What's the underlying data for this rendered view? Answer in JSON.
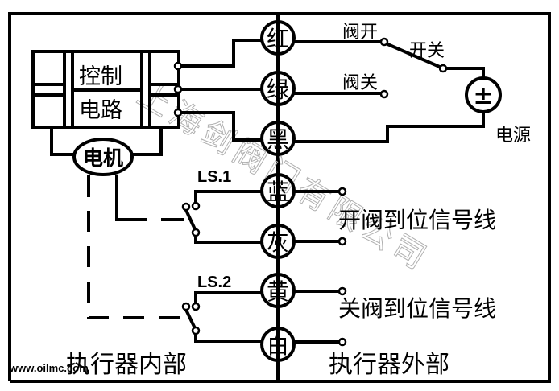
{
  "control_box": {
    "line1": "控制",
    "line2": "电路"
  },
  "motor": "电机",
  "wires": [
    {
      "color": "红"
    },
    {
      "color": "绿"
    },
    {
      "color": "黑"
    },
    {
      "color": "蓝"
    },
    {
      "color": "灰"
    },
    {
      "color": "黄"
    },
    {
      "color": "白"
    }
  ],
  "labels": {
    "valve_open": "阀开",
    "valve_close": "阀关",
    "switch": "开关",
    "power": "电源",
    "power_symbol": "±",
    "ls1": "LS.1",
    "ls2": "LS.2",
    "open_signal": "开阀到位信号线",
    "close_signal": "关阀到位信号线",
    "inside": "执行器内部",
    "outside": "执行器外部"
  },
  "watermark": "上海剑阀门有限公司",
  "website": "www.oilmc.com"
}
